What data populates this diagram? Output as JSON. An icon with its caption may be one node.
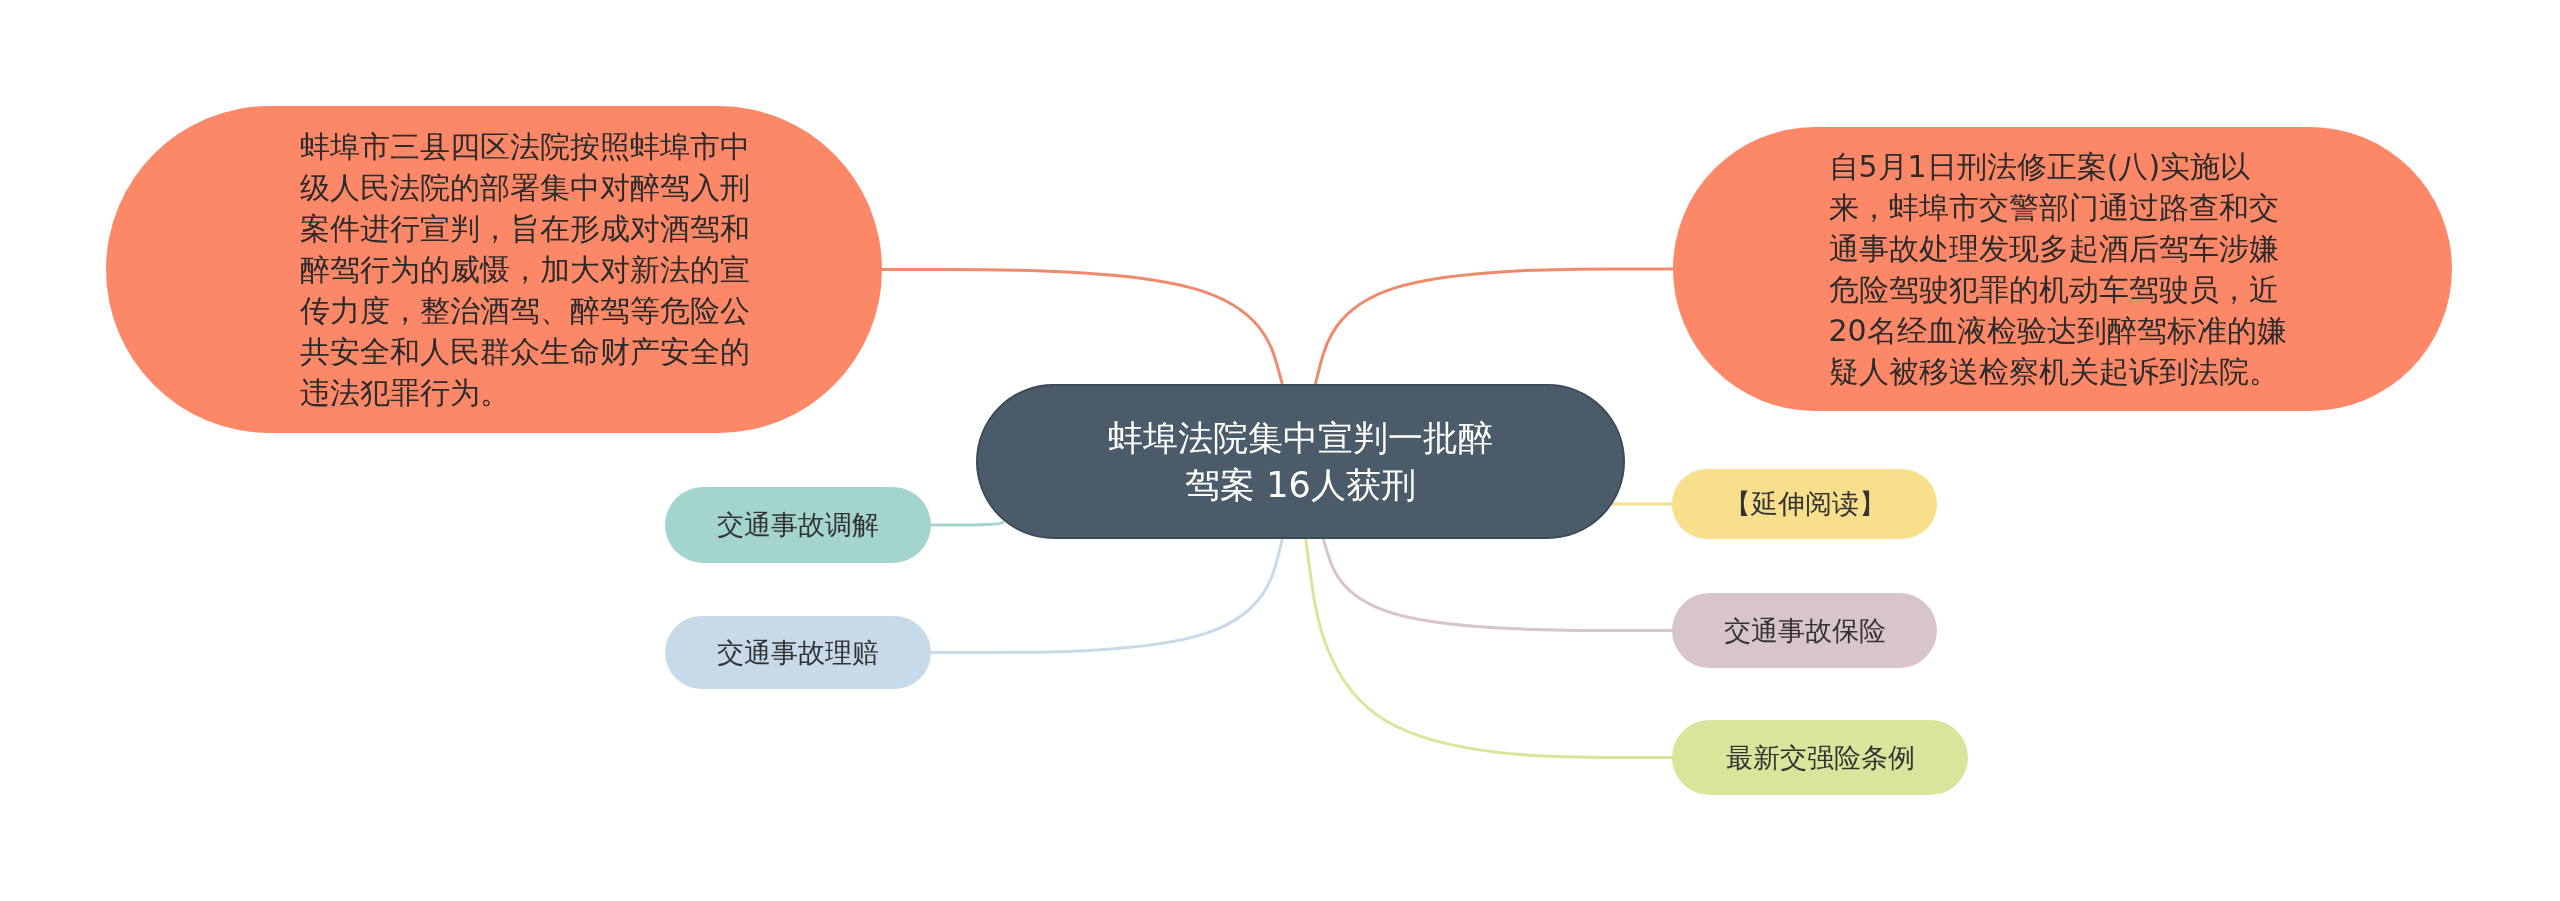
{
  "diagram": {
    "nodes": [
      {
        "text": [
          "蚌埠市三县四区法院按照蚌埠市中级人民法院的部署集中对醉驾入刑案件进行宣判，旨在形成对酒驾和醉驾行为的威慑，加大对新法的宣传力度，整治酒驾、醉驾等危险公共安全和人民群众生命财产安全的违法犯罪行为。"
        ]
      },
      {
        "text": [
          "自5月1日刑法修正案(八)实施以来，蚌埠市交警部门通过路查和交通事故处理发现多起酒后驾车涉嫌危险驾驶犯罪的机动车驾驶员，近20名经血液检验达到醉驾标准的嫌疑人被移送检察机关起诉到法院。"
        ]
      },
      {
        "text": [
          "蚌埠法院集中宣判一批醉驾案 16人获刑"
        ]
      },
      {
        "text": [
          "交通事故调解"
        ]
      },
      {
        "text": [
          "【延伸阅读】"
        ]
      },
      {
        "text": [
          "交通事故保险"
        ]
      },
      {
        "text": [
          "交通事故理赔"
        ]
      },
      {
        "text": [
          "最新交强险条例"
        ]
      }
    ],
    "edges": [
      {
        "from": 2,
        "to": 0,
        "arrow": "none",
        "color": "#ef8a6c"
      },
      {
        "from": 2,
        "to": 1,
        "arrow": "none",
        "color": "#ef8a6c"
      },
      {
        "from": 2,
        "to": 3,
        "arrow": "none",
        "color": "#a3d5ce"
      },
      {
        "from": 2,
        "to": 6,
        "arrow": "none",
        "color": "#c7daea"
      },
      {
        "from": 2,
        "to": 4,
        "arrow": "none",
        "color": "#f5de8c"
      },
      {
        "from": 2,
        "to": 5,
        "arrow": "none",
        "color": "#d8c4cc"
      },
      {
        "from": 2,
        "to": 7,
        "arrow": "none",
        "color": "#d8e69b"
      }
    ]
  }
}
